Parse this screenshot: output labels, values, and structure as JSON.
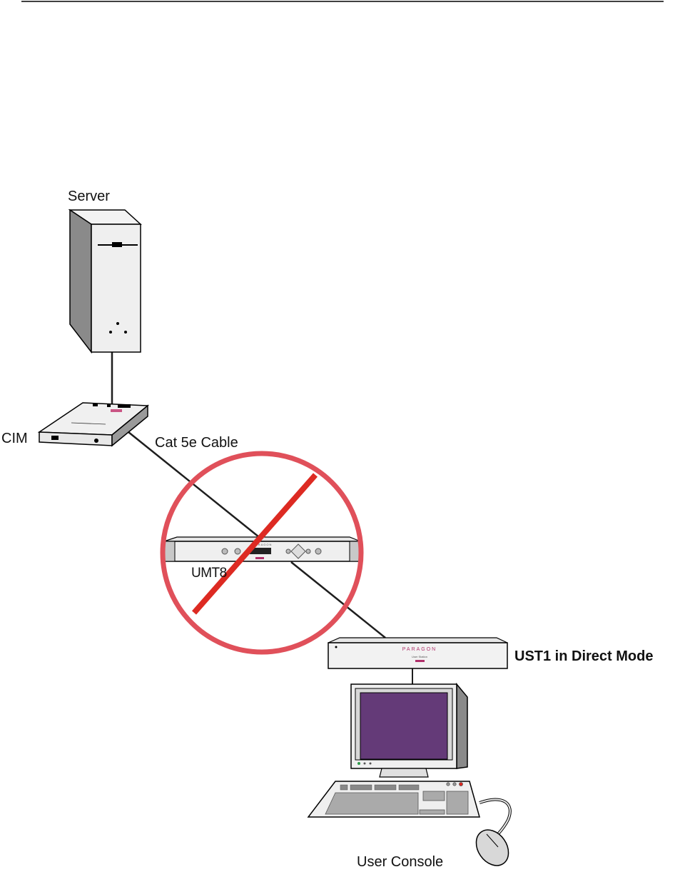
{
  "labels": {
    "server": "Server",
    "cim": "CIM",
    "cable": "Cat 5e Cable",
    "umt8": "UMT8",
    "ust1": "UST1 in Direct Mode",
    "console": "User Console"
  },
  "devices": {
    "ust1_brand": "PARAGON",
    "ust1_model": "User Station",
    "umt8_brand": "PARAGON"
  },
  "colors": {
    "prohibition": "#e0505a",
    "slash": "#dd2a22",
    "screen": "#643a78",
    "cable": "#1e1e1e",
    "brand": "#b0306a"
  }
}
